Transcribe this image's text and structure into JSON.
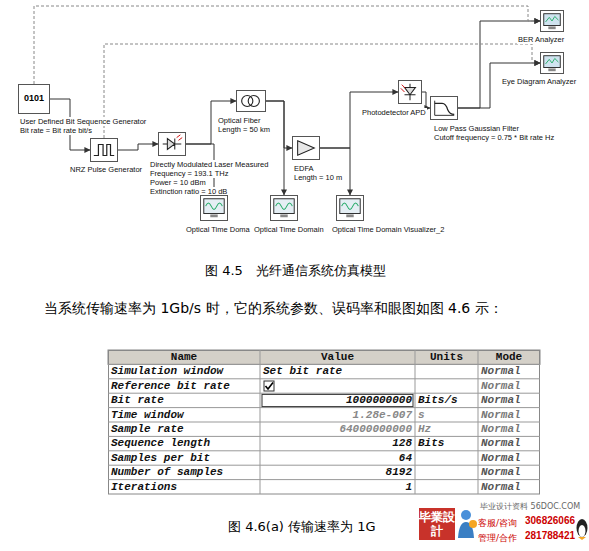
{
  "diagram": {
    "caption": "图 4.5　光纤通信系统仿真模型",
    "nodes": [
      {
        "text": [
          "0101",
          "User Defined Bit Sequence Generator",
          "Bit rate = Bit rate bit/s"
        ]
      },
      {
        "text": [
          "NRZ Pulse Generator"
        ]
      },
      {
        "text": [
          "Directly Modulated Laser Measured",
          "Frequency = 193.1 THz",
          "Power = 10 dBm",
          "Extinction ratio = 10 dB"
        ]
      },
      {
        "text": [
          "Optical Fiber",
          "Length = 50 km"
        ]
      },
      {
        "text": [
          "EDFA",
          "Length = 10 m"
        ]
      },
      {
        "text": [
          "Photodetector APD"
        ]
      },
      {
        "text": [
          "Low Pass Gaussian Filter",
          "Cutoff frequency = 0.75 * Bit rate Hz"
        ]
      },
      {
        "text": [
          "BER Analyzer"
        ]
      },
      {
        "text": [
          "Eye Diagram Analyzer"
        ]
      },
      {
        "text": [
          "Optical Time Doma"
        ]
      },
      {
        "text": [
          "Optical Time Domain"
        ]
      },
      {
        "text": [
          "Optical Time Domain Visualizer_2"
        ]
      }
    ],
    "edges": [
      {
        "from": 0,
        "to": 1,
        "arrow": "to"
      },
      {
        "from": 1,
        "to": 2,
        "arrow": "to"
      },
      {
        "from": 2,
        "to": 3,
        "arrow": "to"
      },
      {
        "from": 3,
        "to": 4,
        "arrow": "to"
      },
      {
        "from": 4,
        "to": 5,
        "arrow": "to"
      },
      {
        "from": 5,
        "to": 6,
        "arrow": "to"
      },
      {
        "from": 6,
        "to": 7,
        "arrow": "to"
      },
      {
        "from": 6,
        "to": 8,
        "arrow": "to"
      },
      {
        "from": 0,
        "to": 7,
        "arrow": "to"
      },
      {
        "from": 1,
        "to": 8,
        "arrow": "to"
      },
      {
        "from": 2,
        "to": 9,
        "arrow": "to"
      },
      {
        "from": 3,
        "to": 10,
        "arrow": "to"
      },
      {
        "from": 4,
        "to": 11,
        "arrow": "to"
      }
    ],
    "labels": [
      "当系统传输速率为 1Gb/s 时，它的系统参数、误码率和眼图如图 4.6 示：",
      "Name",
      "Value",
      "Units",
      "Mode",
      "Simulation window",
      "Set bit rate",
      "Normal",
      "Reference bit rate",
      "Normal",
      "Bit rate",
      "1000000000",
      "Bits/s",
      "Normal",
      "Time window",
      "1.28e-007",
      "s",
      "Normal",
      "Sample rate",
      "64000000000",
      "Hz",
      "Normal",
      "Sequence length",
      "128",
      "Bits",
      "Normal",
      "Samples per bit",
      "64",
      "Normal",
      "Number of samples",
      "8192",
      "Normal",
      "Iterations",
      "1",
      "Normal",
      "图 4.6(a) 传输速率为 1G",
      "毕業設計",
      "客服/咨询",
      "306826066",
      "管理/合作",
      "281788421",
      "毕业设计资料 56DOC.COM"
    ]
  }
}
